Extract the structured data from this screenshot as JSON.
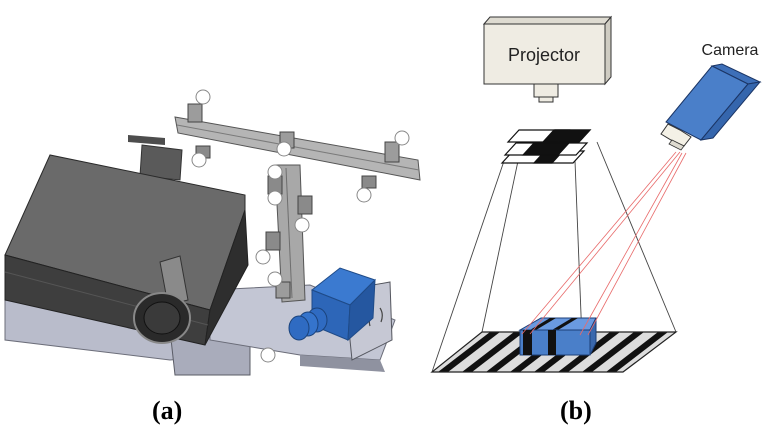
{
  "figure": {
    "panel_a": {
      "caption": "(a)",
      "description": "CAD model of projector-camera rig with aluminium frame and markers",
      "colors": {
        "projector_body": "#4a4a4a",
        "camera_body": "#2f6bb8",
        "frame": "#a9a9a9",
        "plate": "#b7b9c8"
      }
    },
    "panel_b": {
      "caption": "(b)",
      "projector_label": "Projector",
      "camera_label": "Camera",
      "colors": {
        "projector_box": "#efece3",
        "camera_body": "#4a7fc9",
        "rays": "#e86a6a",
        "object": "#4a7fc9",
        "stripes_dark": "#111111",
        "stripes_light": "#dddddd"
      }
    }
  }
}
